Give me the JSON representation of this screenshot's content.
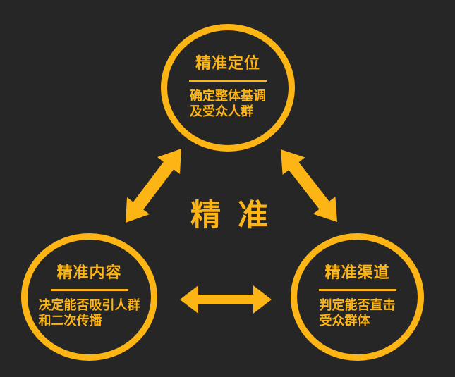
{
  "colors": {
    "background": "#262626",
    "accent_gold": "#FCB515"
  },
  "center_label": "精准",
  "nodes": [
    {
      "id": "precise-positioning",
      "title": "精准定位",
      "lines": [
        "确定整体基调",
        "及受众人群"
      ]
    },
    {
      "id": "precise-content",
      "title": "精准内容",
      "lines": [
        "决定能否吸引人群",
        "和二次传播"
      ]
    },
    {
      "id": "precise-channel",
      "title": "精准渠道",
      "lines": [
        "判定能否直击",
        "受众群体"
      ]
    }
  ],
  "icons": {
    "arrow_top_to_bottom_left": "double-headed-arrow",
    "arrow_top_to_bottom_right": "double-headed-arrow",
    "arrow_bottom_left_to_bottom_right": "double-headed-arrow"
  }
}
